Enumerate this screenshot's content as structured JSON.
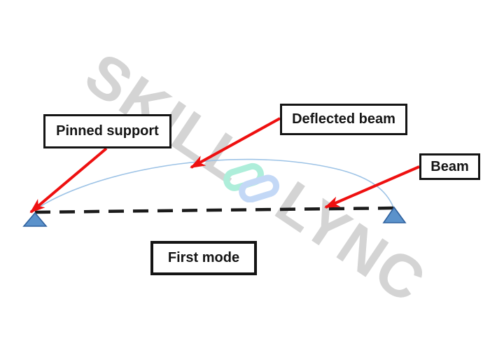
{
  "diagram": {
    "labels": {
      "pinned_support": "Pinned support",
      "deflected_beam": "Deflected beam",
      "beam": "Beam",
      "first_mode": "First mode"
    },
    "watermark": {
      "part1": "SKILL",
      "part2": "LYNC"
    },
    "colors": {
      "arrow_red": "#ee1010",
      "support_fill": "#5b92cb",
      "support_stroke": "#2f619e",
      "beam_line": "#1b1b1b",
      "deflection_curve": "#9dc3e6",
      "watermark_gray": "#d4d4d4",
      "logo_teal": "#aeeeda",
      "logo_blue": "#c3d8f6"
    }
  }
}
